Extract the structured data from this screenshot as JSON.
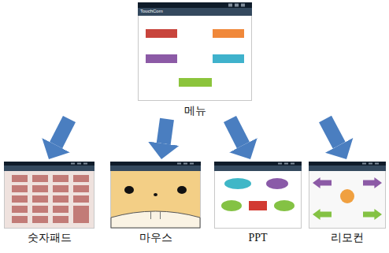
{
  "diagram": {
    "nodes": [
      {
        "text": [
          "메뉴"
        ]
      },
      {
        "text": [
          "숫자패드"
        ]
      },
      {
        "text": [
          "마우스"
        ]
      },
      {
        "text": [
          "PPT"
        ]
      },
      {
        "text": [
          "리모컨"
        ]
      }
    ],
    "edges": [
      {
        "from": 0,
        "to": 1,
        "arrow": "to"
      },
      {
        "from": 0,
        "to": 2,
        "arrow": "to"
      },
      {
        "from": 0,
        "to": 3,
        "arrow": "to"
      },
      {
        "from": 0,
        "to": 4,
        "arrow": "to"
      }
    ],
    "labels": [
      "TouchCom"
    ]
  }
}
